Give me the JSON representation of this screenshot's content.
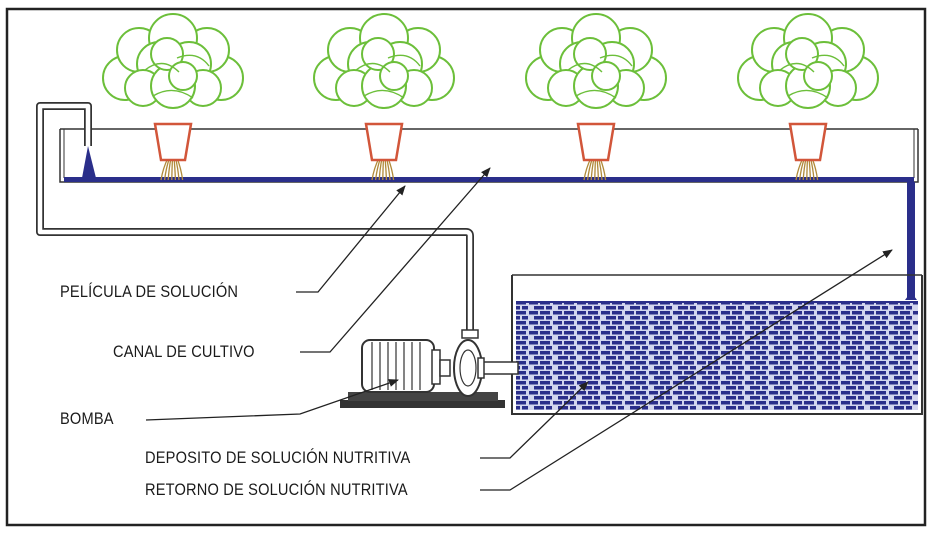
{
  "labels": {
    "pelicula": "PELÍCULA DE SOLUCIÓN",
    "canal": "CANAL DE CULTIVO",
    "bomba": "BOMBA",
    "deposito": "DEPOSITO DE SOLUCIÓN NUTRITIVA",
    "retorno": "RETORNO DE SOLUCIÓN NUTRITIVA"
  },
  "colors": {
    "frame": "#222222",
    "pipe": "#2a2a2a",
    "solution": "#2a2e8a",
    "water_light": "#c9cce8",
    "lettuce": "#6cbf3a",
    "pot": "#d2563a",
    "roots": "#b08a3a",
    "pump": "#333333"
  },
  "plants": [
    {
      "name": "lettuce-1"
    },
    {
      "name": "lettuce-2"
    },
    {
      "name": "lettuce-3"
    },
    {
      "name": "lettuce-4"
    }
  ]
}
